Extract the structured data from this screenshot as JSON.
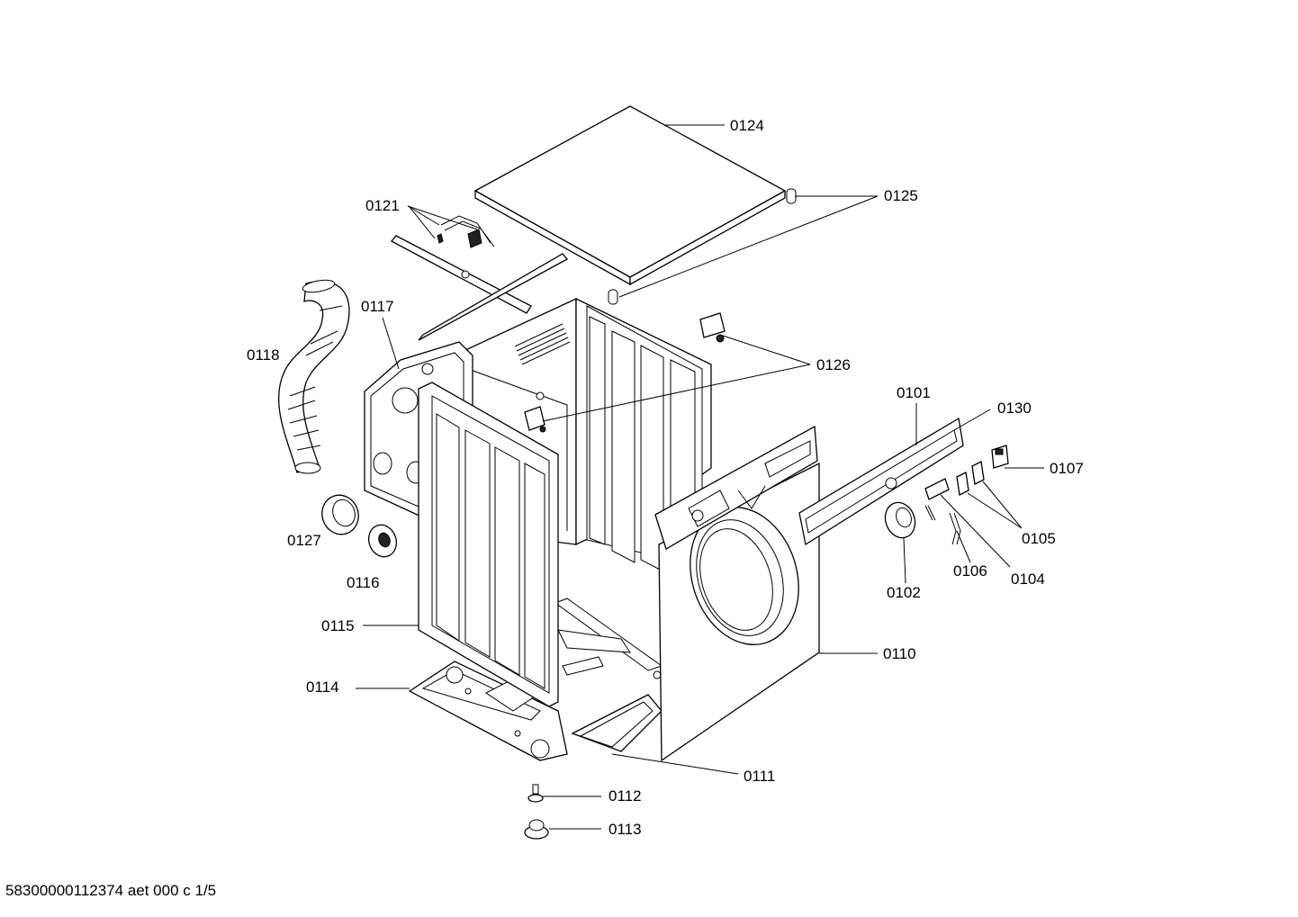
{
  "labels": {
    "p0124": "0124",
    "p0125": "0125",
    "p0121": "0121",
    "p0117": "0117",
    "p0118": "0118",
    "p0126": "0126",
    "p0101": "0101",
    "p0130": "0130",
    "p0107": "0107",
    "p0105": "0105",
    "p0104": "0104",
    "p0106": "0106",
    "p0102": "0102",
    "p0127": "0127",
    "p0116": "0116",
    "p0115": "0115",
    "p0110": "0110",
    "p0114": "0114",
    "p0111": "0111",
    "p0112": "0112",
    "p0113": "0113"
  },
  "footer": "58300000112374 aet 000 c 1/5"
}
